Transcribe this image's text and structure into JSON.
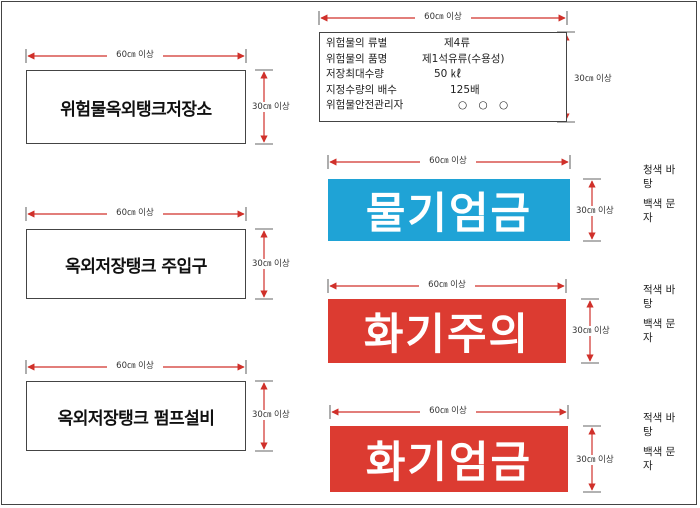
{
  "dimension_labels": {
    "width": "60㎝ 이상",
    "height": "30㎝ 이상"
  },
  "white_signs": [
    {
      "text": "위험물옥외탱크저장소"
    },
    {
      "text": "옥외저장탱크 주입구"
    },
    {
      "text": "옥외저장탱크 펌프설비"
    }
  ],
  "info_sign": {
    "rows": [
      {
        "key": "위험물의 류별",
        "value": "제4류"
      },
      {
        "key": "위험물의 품명",
        "value": "제1석유류(수용성)"
      },
      {
        "key": "저장최대수량",
        "value": "50 ㎘"
      },
      {
        "key": "지정수량의 배수",
        "value": "125배"
      },
      {
        "key": "위험물안전관리자",
        "value": "○ ○ ○"
      }
    ]
  },
  "colored_signs": [
    {
      "text": "물기엄금",
      "bg_color": "#1fa3d6",
      "note_bg": "청색 바탕",
      "note_fg": "백색 문자"
    },
    {
      "text": "화기주의",
      "bg_color": "#dc3b31",
      "note_bg": "적색 바탕",
      "note_fg": "백색 문자"
    },
    {
      "text": "화기엄금",
      "bg_color": "#dc3b31",
      "note_bg": "적색 바탕",
      "note_fg": "백색 문자"
    }
  ],
  "colors": {
    "arrow": "#d0302a"
  }
}
